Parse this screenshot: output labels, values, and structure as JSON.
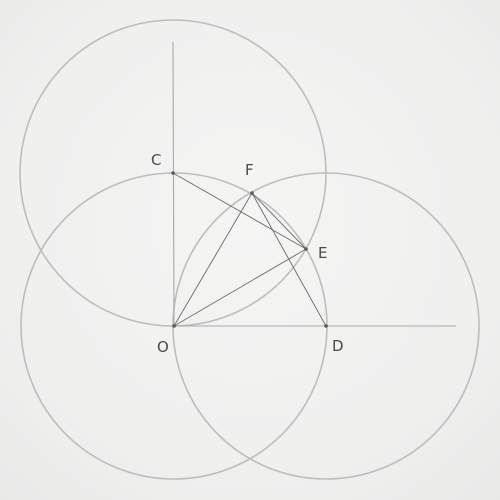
{
  "points": {
    "C": {
      "label": "C"
    },
    "F": {
      "label": "F"
    },
    "E": {
      "label": "E"
    },
    "O": {
      "label": "O"
    },
    "D": {
      "label": "D"
    }
  }
}
